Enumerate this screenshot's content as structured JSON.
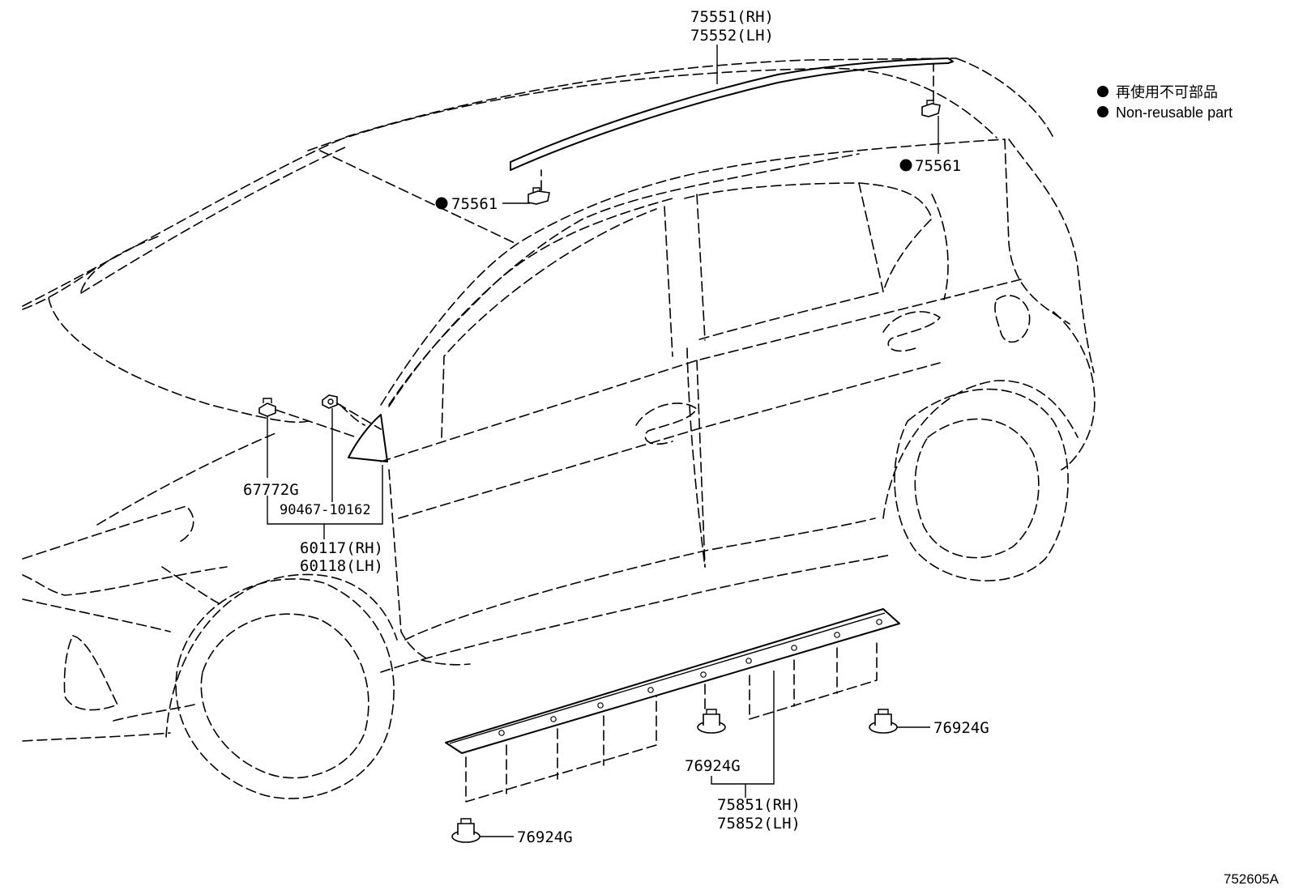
{
  "legend": {
    "japanese": "再使用不可部品",
    "english": "Non-reusable part",
    "marker_color": "#000000"
  },
  "callouts": {
    "roof_moulding_rh": "75551(RH)",
    "roof_moulding_lh": "75552(LH)",
    "roof_clip_front": "75561",
    "roof_clip_rear": "75561",
    "clip_67772g": "67772G",
    "bolt_90467": "90467-10162",
    "cover_rh": "60117(RH)",
    "cover_lh": "60118(LH)",
    "rocker_rh": "75851(RH)",
    "rocker_lh": "75852(LH)",
    "clip_76924g_center": "76924G",
    "clip_76924g_right": "76924G",
    "clip_76924g_bottom": "76924G"
  },
  "diagram_code": "752605A",
  "icons": [
    "non-reusable-dot-icon",
    "clip-icon",
    "bolt-icon"
  ]
}
